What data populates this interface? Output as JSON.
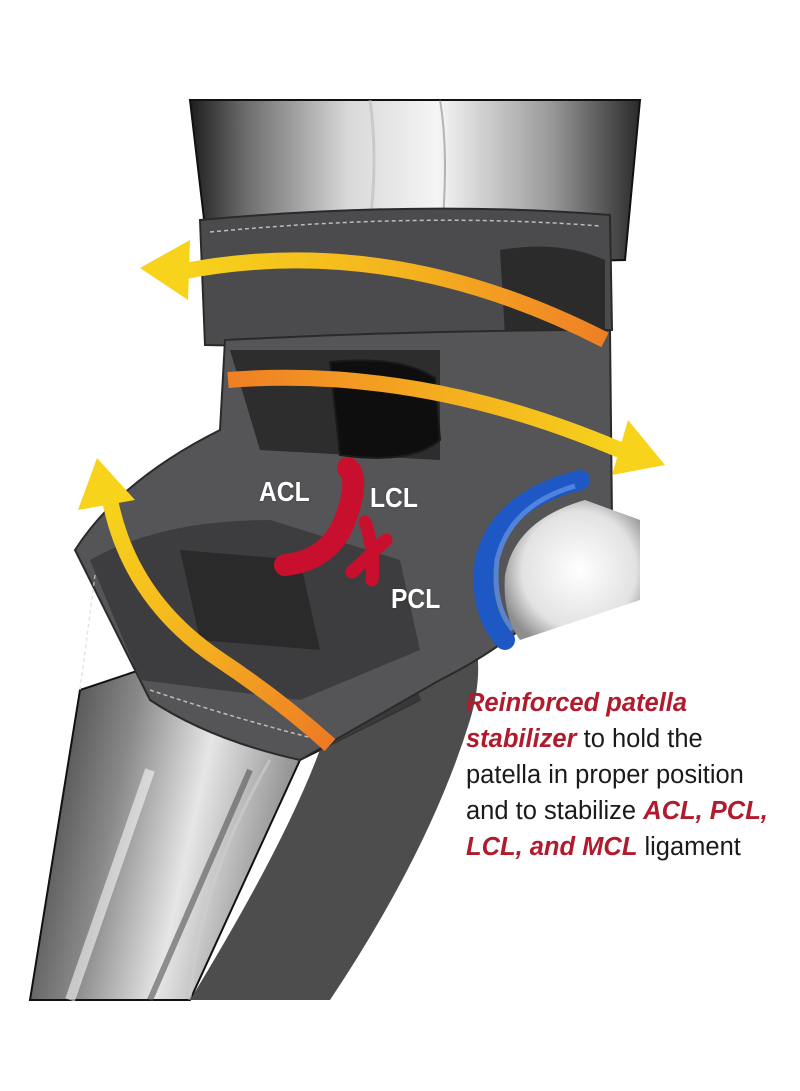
{
  "colors": {
    "accent": "#b01b2e",
    "arrow_yellow": "#f5cf1a",
    "arrow_orange": "#f08a24",
    "brace_dark": "#3a3a3c",
    "ligament_red": "#c8102e",
    "patella_ring": "#1d58c4"
  },
  "labels": {
    "acl": "ACL",
    "lcl": "LCL",
    "pcl": "PCL"
  },
  "caption": {
    "hl1": "Reinforced patella",
    "hl2": "stabilizer",
    "t2": " to hold the",
    "t3": "patella in proper position",
    "t4": "and to stabilize ",
    "hl4": "ACL, PCL,",
    "hl5": "LCL, and MCL",
    "t5": " ligament"
  }
}
